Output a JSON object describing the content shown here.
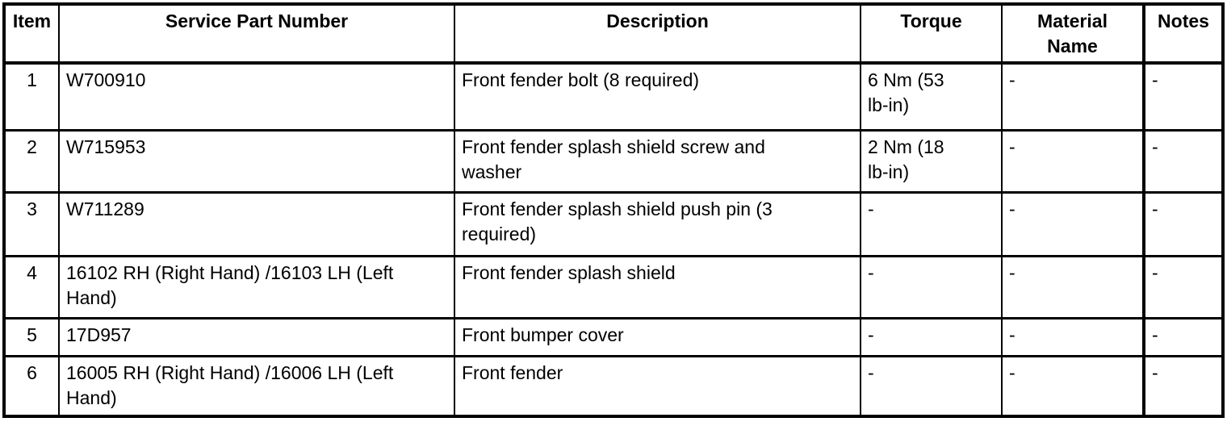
{
  "colors": {
    "border": "#000000",
    "text": "#000000",
    "background": "#ffffff"
  },
  "table": {
    "columns": [
      {
        "id": "item",
        "label": "Item"
      },
      {
        "id": "part",
        "label": "Service Part Number"
      },
      {
        "id": "desc",
        "label": "Description"
      },
      {
        "id": "torque",
        "label": "Torque"
      },
      {
        "id": "material",
        "label": "Material\nName"
      },
      {
        "id": "notes",
        "label": "Notes"
      }
    ],
    "rows": [
      {
        "item": "1",
        "part": "W700910",
        "desc": "Front fender bolt (8 required)",
        "torque": "6 Nm (53\nlb-in)",
        "material": "-",
        "notes": "-"
      },
      {
        "item": "2",
        "part": "W715953",
        "desc": "Front fender splash shield screw and\nwasher",
        "torque": "2 Nm (18\nlb-in)",
        "material": "-",
        "notes": "-"
      },
      {
        "item": "3",
        "part": "W711289",
        "desc": "Front fender splash shield push pin (3\nrequired)",
        "torque": "-",
        "material": "-",
        "notes": "-"
      },
      {
        "item": "4",
        "part": "16102 RH (Right Hand) /16103 LH (Left\nHand)",
        "desc": "Front fender splash shield",
        "torque": "-",
        "material": "-",
        "notes": "-"
      },
      {
        "item": "5",
        "part": "17D957",
        "desc": "Front bumper cover",
        "torque": "-",
        "material": "-",
        "notes": "-"
      },
      {
        "item": "6",
        "part": "16005 RH (Right Hand) /16006 LH (Left\nHand)",
        "desc": "Front fender",
        "torque": "-",
        "material": "-",
        "notes": "-"
      }
    ]
  }
}
